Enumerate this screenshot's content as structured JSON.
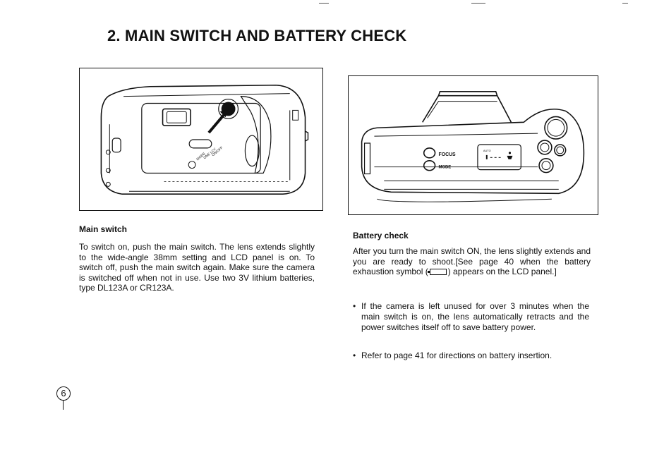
{
  "page": {
    "title": "2. MAIN SWITCH AND BATTERY CHECK",
    "page_number": "6"
  },
  "left": {
    "heading": "Main switch",
    "paragraph": "To switch on, push the main switch. The lens extends slightly to the wide-angle 38mm setting and LCD panel is on. To switch off, push the main switch again. Make sure the camera is switched off when not in use. Use two 3V lithium batteries, type DL123A or CR123A."
  },
  "right": {
    "heading": "Battery check",
    "paragraph_before_symbol": "After you turn the main switch ON, the lens slightly extends and you are ready to shoot.[See page 40 when the battery exhaustion symbol (",
    "paragraph_after_symbol": ") appears on the LCD panel.]",
    "bullets": [
      "If the camera is left unused for over 3 minutes when the main switch is on, the lens automatically retracts and the power switches itself off to save battery power.",
      "Refer to page 41 for directions on battery insertion."
    ],
    "bullet_marker": "•"
  },
  "figure_labels": {
    "focus": "FOCUS",
    "mode": "MODE",
    "auto": "AUTO"
  }
}
